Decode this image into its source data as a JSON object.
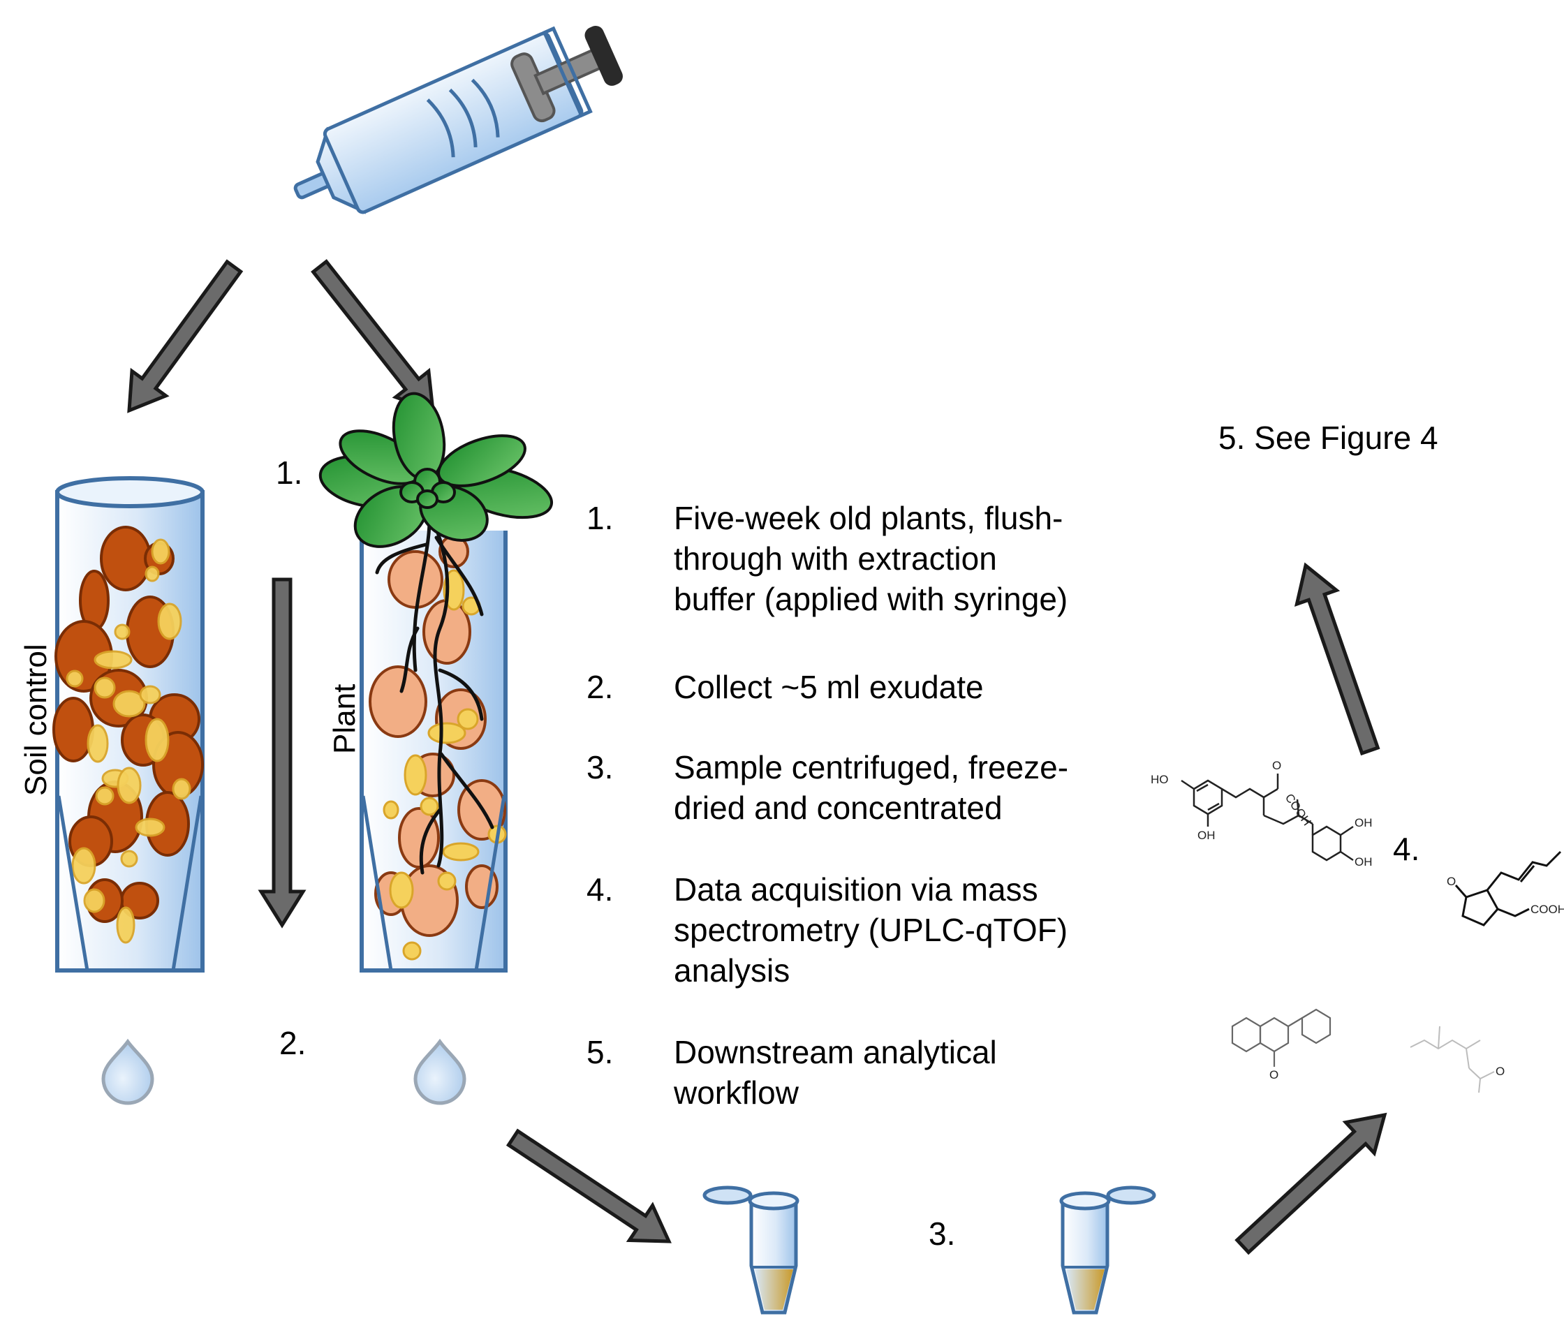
{
  "labels": {
    "soil_control": "Soil control",
    "plant": "Plant"
  },
  "step_markers": {
    "s1": "1.",
    "s2": "2.",
    "s3": "3.",
    "s4": "4.",
    "s5": "5. See Figure 4"
  },
  "legend": [
    {
      "num": "1.",
      "lines": [
        "Five-week old plants, flush-",
        "through with extraction",
        "buffer (applied with syringe)"
      ]
    },
    {
      "num": "2.",
      "lines": [
        "Collect ~5 ml exudate"
      ]
    },
    {
      "num": "3.",
      "lines": [
        "Sample centrifuged, freeze-",
        "dried and concentrated"
      ]
    },
    {
      "num": "4.",
      "lines": [
        "Data acquisition via mass",
        "spectrometry (UPLC-qTOF)",
        "analysis"
      ]
    },
    {
      "num": "5.",
      "lines": [
        "Downstream analytical",
        "workflow"
      ]
    }
  ],
  "chem_labels": {
    "ho1": "HO",
    "oh1": "OH",
    "o1": "O",
    "cooh1": "COOH",
    "oh2": "OH",
    "oh3": "OH",
    "o2": "O",
    "cooh2": "COOH",
    "o3": "O",
    "o4": "O"
  },
  "colors": {
    "arrow_fill": "#6b6b6b",
    "tube_outline": "#3f6fa3",
    "tube_fill": "#cfe2f5",
    "soil_dark": "#c0500f",
    "soil_light": "#f2ae85",
    "sand": "#f5d15c",
    "leaf": "#3fa845"
  }
}
